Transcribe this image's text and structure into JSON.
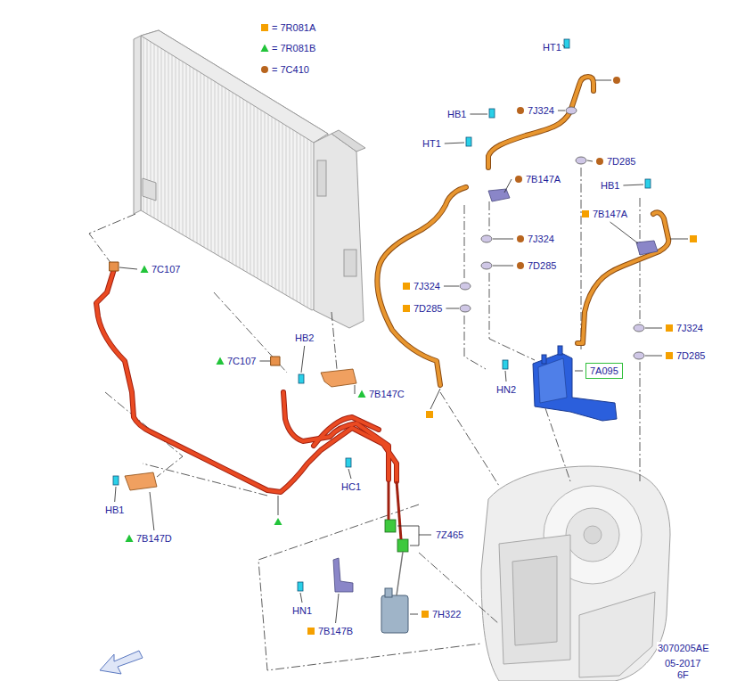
{
  "diagram": {
    "nodes": [
      {
        "text": [
          "7A095"
        ]
      }
    ],
    "labels": [
      "HT1",
      "HB1",
      "7J324",
      "HT1",
      "7D285",
      "7B147A",
      "HB1",
      "7B147A",
      "7J324",
      "7D285",
      "7J324",
      "7D285",
      "7J324",
      "7D285",
      "HN2",
      "7C107",
      "HB2",
      "7C107",
      "7B147C",
      "HC1",
      "HB1",
      "7B147D",
      "7Z465",
      "HN1",
      "7B147B",
      "7H322",
      "3070205AE",
      "05-2017",
      "6F"
    ],
    "legend": [
      {
        "text": "= 7R081A"
      },
      {
        "text": "= 7R081B"
      },
      {
        "text": "= 7C410"
      }
    ]
  }
}
